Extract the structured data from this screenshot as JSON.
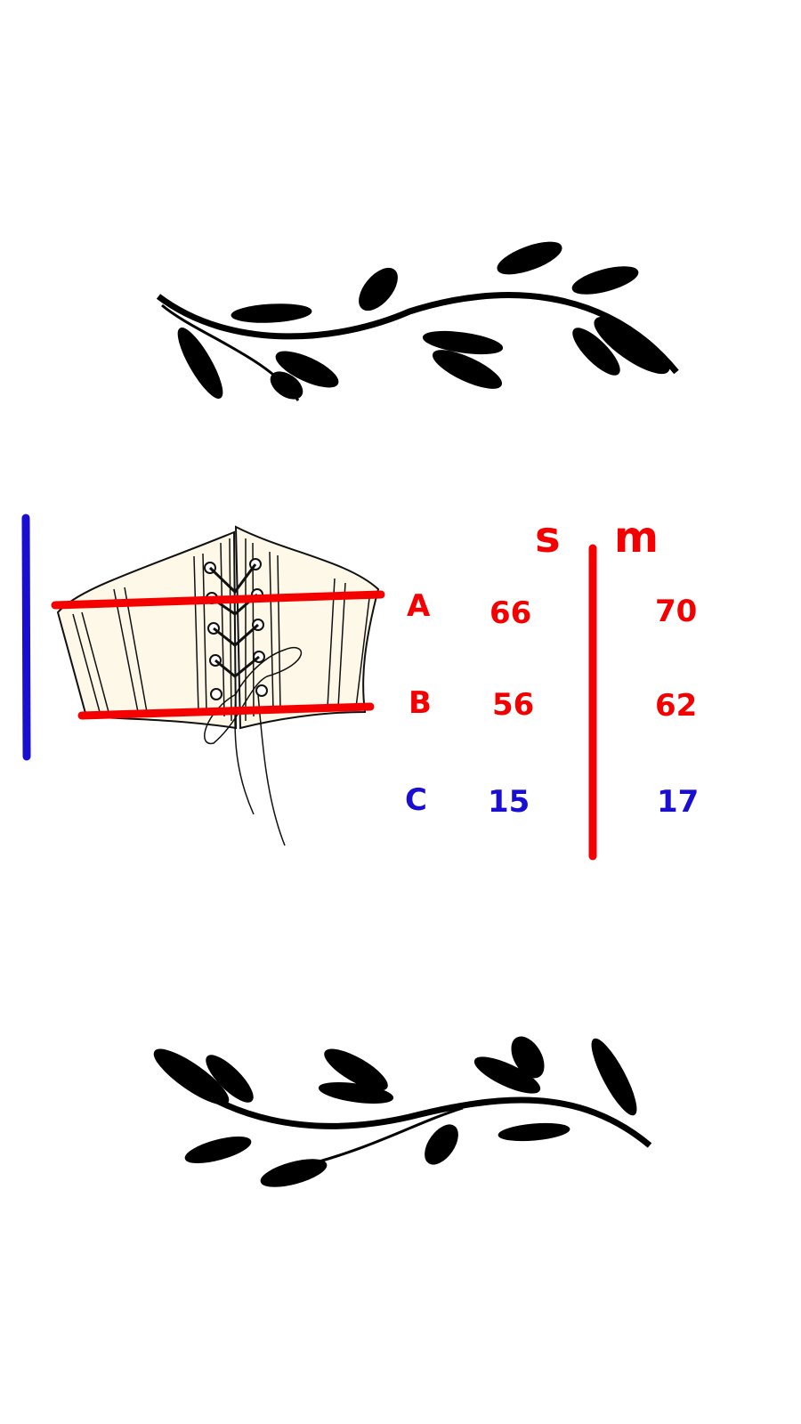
{
  "size_chart": {
    "sizes": [
      "s",
      "m"
    ],
    "rows": [
      {
        "label": "A",
        "values": [
          "66",
          "70"
        ],
        "color": "#f40000"
      },
      {
        "label": "B",
        "values": [
          "56",
          "62"
        ],
        "color": "#f40000"
      },
      {
        "label": "C",
        "values": [
          "15",
          "17"
        ],
        "color": "#1a0fd0"
      }
    ]
  },
  "colors": {
    "measure_red": "#f40000",
    "measure_blue": "#1a0fd0",
    "corset_fill": "#fdf8e8"
  }
}
